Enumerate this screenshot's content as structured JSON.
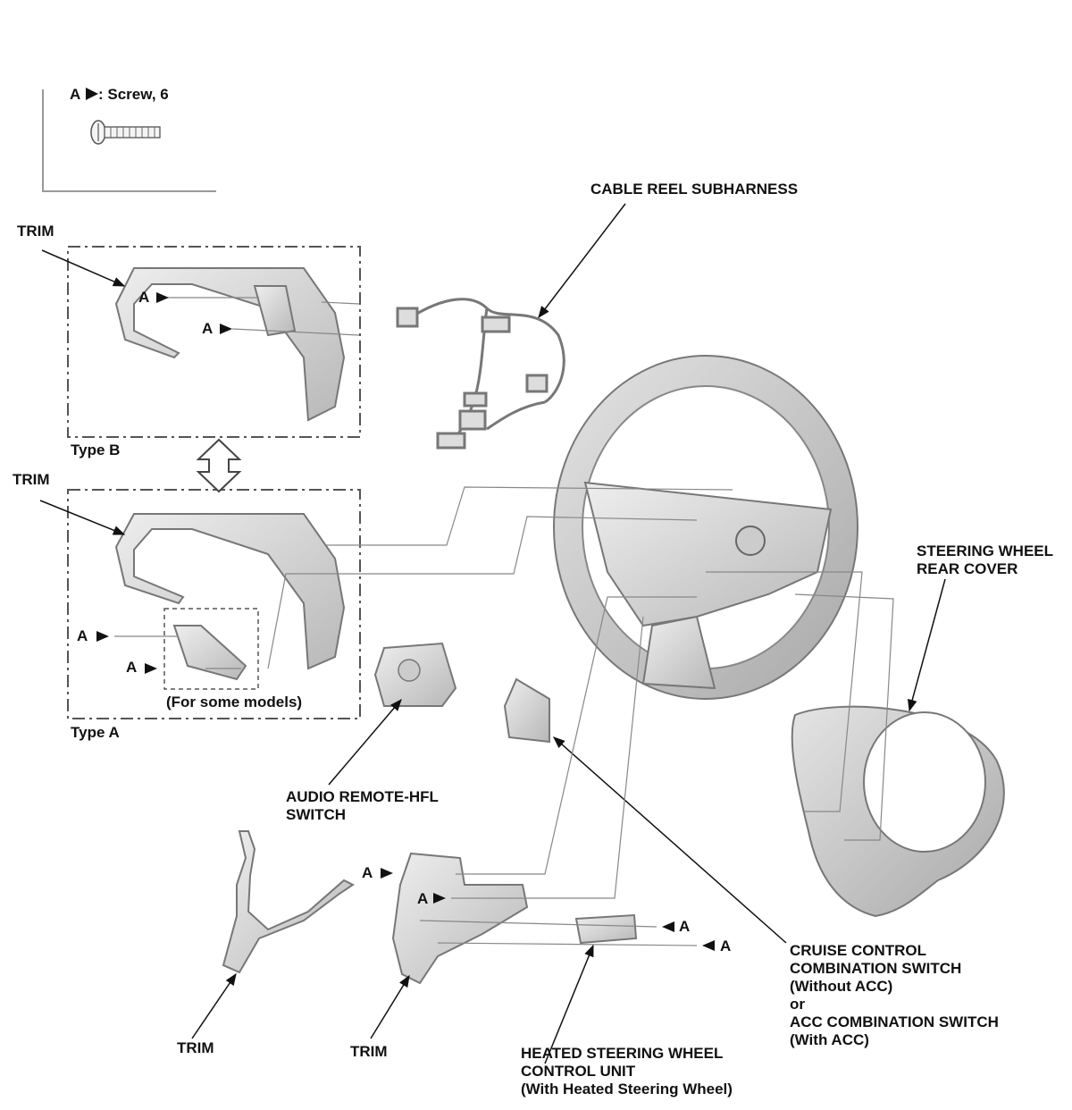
{
  "legend": {
    "key": "A",
    "text": ": Screw, 6"
  },
  "labels": {
    "trim_type_b": "TRIM",
    "type_b": "Type B",
    "trim_type_a": "TRIM",
    "type_a": "Type A",
    "for_some_models": "(For some models)",
    "cable_reel": "CABLE REEL SUBHARNESS",
    "rear_cover": [
      "STEERING WHEEL",
      "REAR COVER"
    ],
    "audio_switch": [
      "AUDIO REMOTE-HFL",
      "SWITCH"
    ],
    "cruise": [
      "CRUISE CONTROL",
      "COMBINATION SWITCH",
      "(Without ACC)",
      "or",
      "ACC COMBINATION SWITCH",
      "(With ACC)"
    ],
    "heated": [
      "HEATED STEERING WHEEL",
      "CONTROL UNIT",
      "(With Heated Steering Wheel)"
    ],
    "trim_lower_left": "TRIM",
    "trim_lower_mid": "TRIM"
  },
  "screw_callouts": [
    "A",
    "A",
    "A",
    "A",
    "A",
    "A",
    "A",
    "A"
  ]
}
